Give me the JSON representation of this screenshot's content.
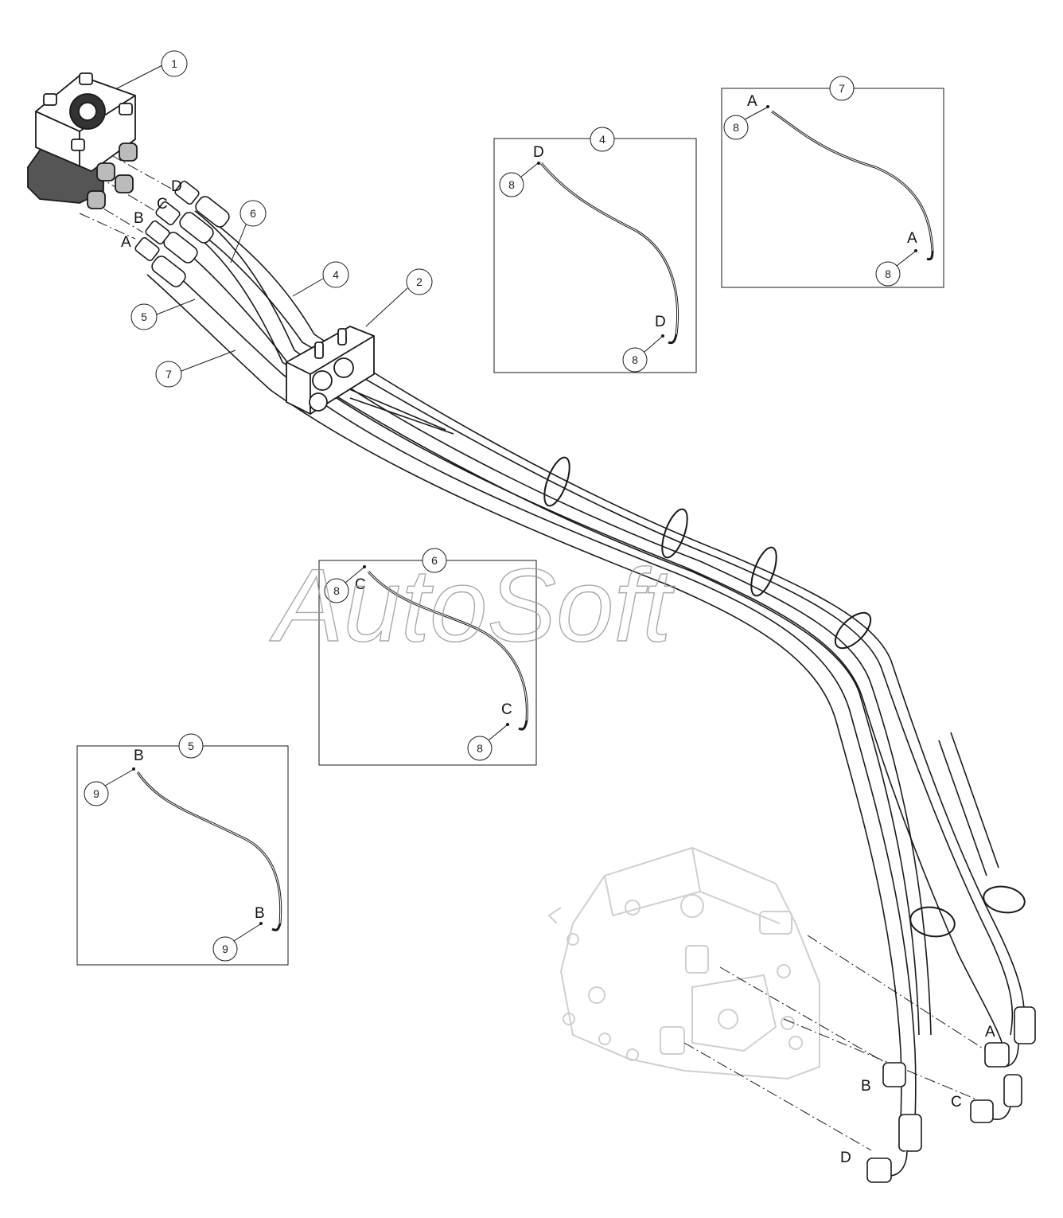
{
  "watermark": "AutoSoft",
  "callouts": {
    "c1": "1",
    "c2": "2",
    "c4": "4",
    "c5": "5",
    "c6": "6",
    "c7": "7"
  },
  "inset4": {
    "ref": "4",
    "top_letter": "D",
    "bottom_letter": "D",
    "fitting": "8"
  },
  "inset7": {
    "ref": "7",
    "top_letter": "A",
    "bottom_letter": "A",
    "fitting": "8"
  },
  "inset6": {
    "ref": "6",
    "top_letter": "C",
    "bottom_letter": "C",
    "fitting": "8"
  },
  "inset5": {
    "ref": "5",
    "top_letter": "B",
    "bottom_letter": "B",
    "fitting": "9"
  },
  "ports_top": {
    "a": "A",
    "b": "B",
    "c": "C",
    "d": "D"
  },
  "ports_bottom": {
    "a": "A",
    "b": "B",
    "c": "C",
    "d": "D"
  },
  "colors": {
    "line": "#1a1a1a",
    "ghost": "#cfcfcf",
    "watermark": "#9a9a9a"
  }
}
